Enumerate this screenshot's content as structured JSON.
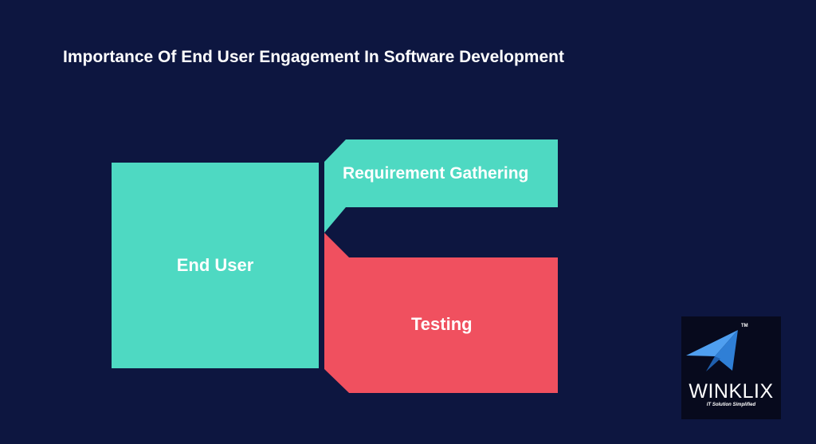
{
  "title": "Importance Of End User Engagement In Software Development",
  "diagram": {
    "end_user": "End User",
    "requirement_gathering": "Requirement Gathering",
    "testing": "Testing"
  },
  "logo": {
    "name": "WINKLIX",
    "tagline": "IT Solution Simplified",
    "trademark": "TM",
    "icon": "paper-plane-icon"
  },
  "colors": {
    "background": "#0d1640",
    "teal": "#4ed9c2",
    "red": "#f0505f",
    "logo_background": "#070a1d",
    "plane_blue": "#4f9ff0"
  }
}
